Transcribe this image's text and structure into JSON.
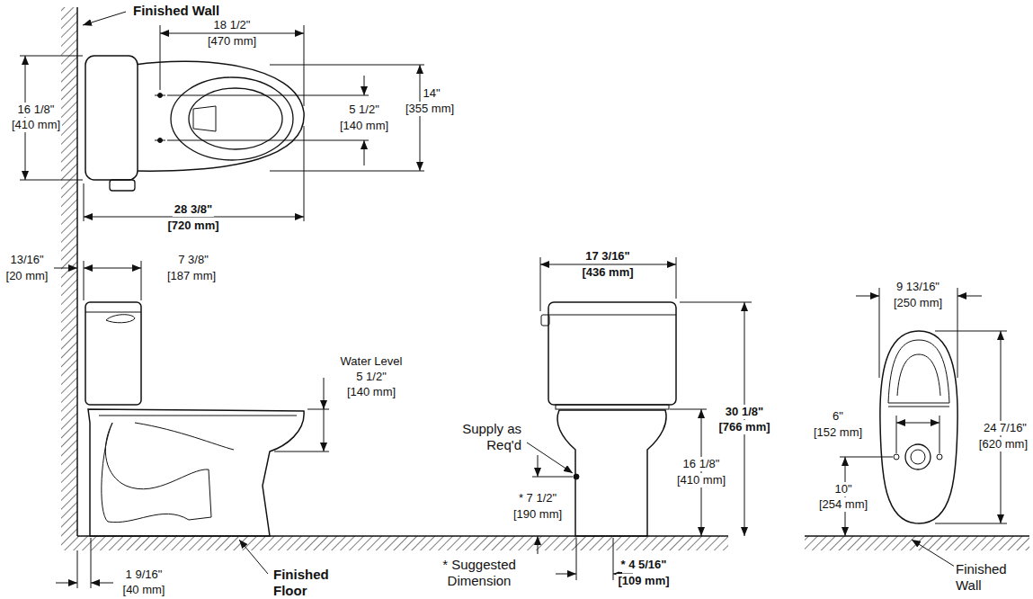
{
  "diagram": {
    "labels": [
      "Finished Wall",
      "18 1/2\"",
      "[470 mm]",
      "16 1/8\"",
      "[410 mm]",
      "5 1/2\"",
      "[140 mm]",
      "14\"",
      "[355 mm]",
      "28 3/8\"",
      "[720 mm]",
      "13/16\"",
      "[20 mm]",
      "7 3/8\"",
      "[187 mm]",
      "Water Level",
      "5 1/2\"",
      "[140 mm]",
      "1 9/16\"",
      "[40 mm]",
      "Finished Floor",
      "17 3/16\"",
      "[436 mm]",
      "Supply as Req'd",
      "30 1/8\"",
      "[766 mm]",
      "16 1/8\"",
      "[410 mm]",
      "* 7 1/2\"",
      "[190 mm]",
      "* Suggested Dimension",
      "* 4 5/16\"",
      "[109 mm]",
      "9 13/16\"",
      "[250 mm]",
      "24 7/16\"",
      "[620 mm]",
      "6\"",
      "[152 mm]",
      "10\"",
      "[254 mm]",
      "Finished Wall"
    ]
  }
}
